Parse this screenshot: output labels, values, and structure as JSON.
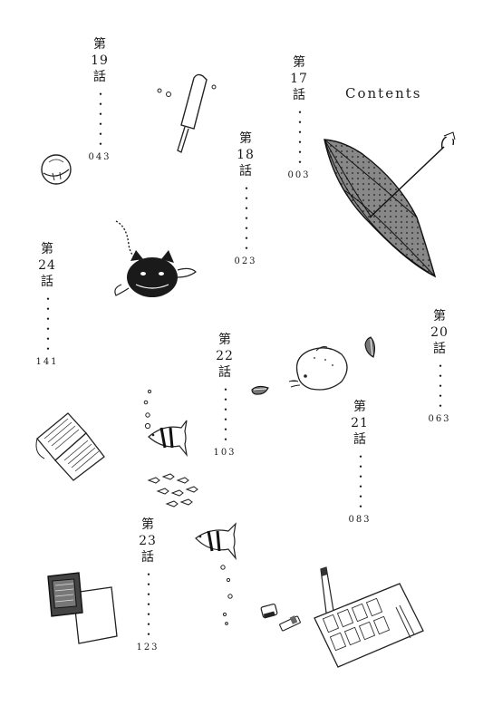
{
  "title": "Contents",
  "chapters": [
    {
      "prefix": "第",
      "number": "17",
      "suffix": "話",
      "dots": "・・・・・・",
      "page": "003"
    },
    {
      "prefix": "第",
      "number": "18",
      "suffix": "話",
      "dots": "・・・・・・・",
      "page": "023"
    },
    {
      "prefix": "第",
      "number": "19",
      "suffix": "話",
      "dots": "・・・・・・",
      "page": "043"
    },
    {
      "prefix": "第",
      "number": "20",
      "suffix": "話",
      "dots": "・・・・・",
      "page": "063"
    },
    {
      "prefix": "第",
      "number": "21",
      "suffix": "話",
      "dots": "・・・・・・",
      "page": "083"
    },
    {
      "prefix": "第",
      "number": "22",
      "suffix": "話",
      "dots": "・・・・・・",
      "page": "103"
    },
    {
      "prefix": "第",
      "number": "23",
      "suffix": "話",
      "dots": "・・・・・・・",
      "page": "123"
    },
    {
      "prefix": "第",
      "number": "24",
      "suffix": "話",
      "dots": "・・・・・・",
      "page": "141"
    }
  ],
  "illustrations": [
    "popsicle-icon",
    "gashapon-ball-icon",
    "umbrella-icon",
    "cat-keychain-icon",
    "hamster-icon",
    "sunflower-seed-icon",
    "book-icon",
    "angelfish-icon",
    "fish-school-icon",
    "handheld-console-icon",
    "sticky-notes-icon",
    "pencil-icon"
  ]
}
